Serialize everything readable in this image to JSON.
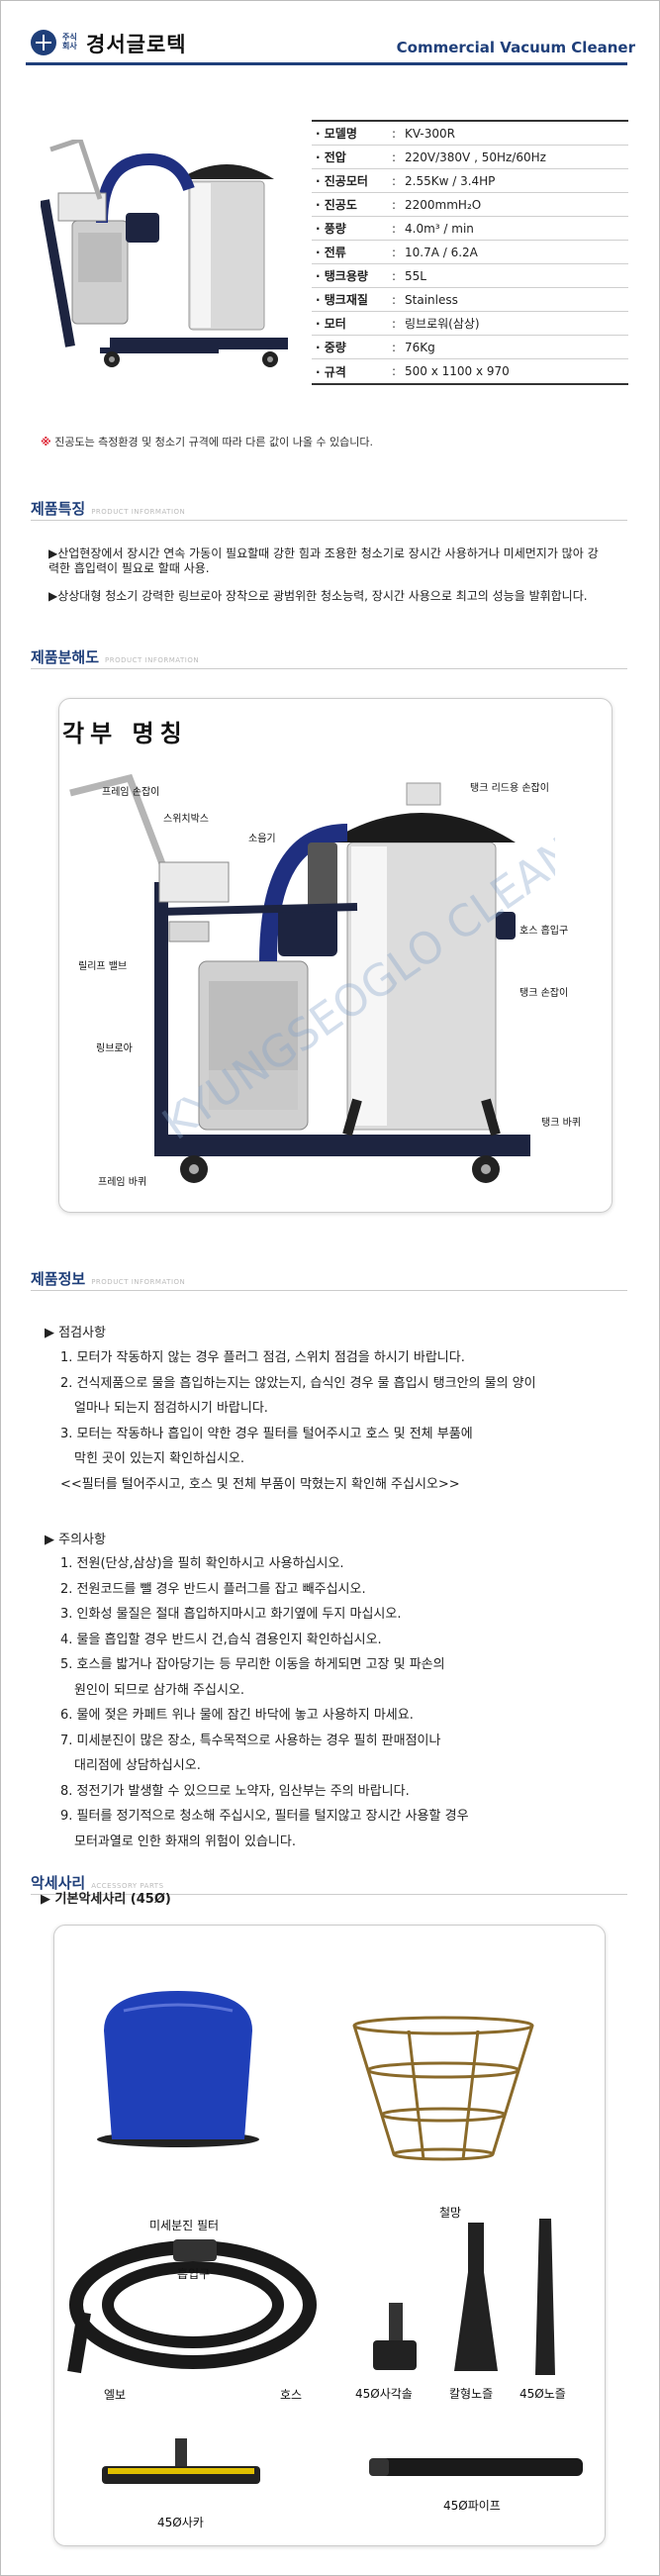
{
  "header": {
    "logo_small": "주식 회사",
    "company": "경서글로텍",
    "title_en": "Commercial Vacuum Cleaner"
  },
  "specs": [
    {
      "k": "모델명",
      "v": "KV-300R"
    },
    {
      "k": "전압",
      "v": "220V/380V , 50Hz/60Hz"
    },
    {
      "k": "진공모터",
      "v": "2.55Kw / 3.4HP"
    },
    {
      "k": "진공도",
      "v": "2200mmH₂O"
    },
    {
      "k": "풍량",
      "v": "4.0m³ / min"
    },
    {
      "k": "전류",
      "v": "10.7A / 6.2A"
    },
    {
      "k": "탱크용량",
      "v": "55L"
    },
    {
      "k": "탱크재질",
      "v": "Stainless"
    },
    {
      "k": "모터",
      "v": "링브로워(삼상)"
    },
    {
      "k": "중량",
      "v": "76Kg"
    },
    {
      "k": "규격",
      "v": "500 x 1100 x 970"
    }
  ],
  "spec_sep": ":",
  "note": {
    "mark": "※",
    "text": "진공도는 측정환경 및 청소기 규격에 따라 다른 값이 나올 수 있습니다."
  },
  "sections": {
    "features": {
      "title": "제품특징",
      "en": "PRODUCT INFORMATION"
    },
    "parts": {
      "title": "제품분해도",
      "en": "PRODUCT INFORMATION"
    },
    "info": {
      "title": "제품정보",
      "en": "PRODUCT INFORMATION"
    },
    "accessory": {
      "title": "악세사리",
      "en": "ACCESSORY PARTS"
    }
  },
  "features": [
    "▶산업현장에서 장시간 연속 가동이 필요할때 강한 힘과 조용한 청소기로 장시간 사용하거나 미세먼지가 많아 강력한 흡입력이 필요로 할때 사용.",
    "▶상상대형 청소기 강력한 링브로아 장착으로 광범위한 청소능력, 장시간 사용으로 최고의 성능을 발휘합니다."
  ],
  "parts": {
    "title": "각부 명칭",
    "watermark": "KYUNGSEOGLO CLEAN",
    "labels": {
      "frame_handle": "프레임 손잡이",
      "switch_box": "스위치박스",
      "muffler": "소음기",
      "tank_lid_handle": "탱크 리드용 손잡이",
      "hose_inlet": "호스 흡입구",
      "relief_valve": "릴리프 밸브",
      "tank_handle": "탱크 손잡이",
      "ring_blower": "링브로아",
      "tank_wheel": "탱크 바퀴",
      "frame_wheel": "프레임 바퀴"
    }
  },
  "check": {
    "head": "▶ 점검사항",
    "lines": [
      "1. 모터가 작동하지 않는 경우 플러그 점검, 스위치 점검을 하시기 바랍니다.",
      "2. 건식제품으로 물을 흡입하는지는 않았는지, 습식인 경우 물 흡입시 탱크안의 물의 양이",
      "얼마나 되는지 점검하시기 바랍니다.",
      "3. 모터는 작동하나 흡입이 약한 경우 필터를 털어주시고 호스 및 전체 부품에",
      "막힌 곳이 있는지 확인하십시오.",
      "<<필터를 털어주시고, 호스 및 전체 부품이 막혔는지 확인해 주십시오>>"
    ]
  },
  "caution": {
    "head": "▶ 주의사항",
    "lines": [
      "1. 전원(단상,삼상)을 필히 확인하시고 사용하십시오.",
      "2. 전원코드를 뺄 경우 반드시 플러그를 잡고 빼주십시오.",
      "3. 인화성 물질은 절대 흡입하지마시고 화기옆에 두지 마십시오.",
      "4. 물을 흡입할 경우 반드시 건,습식 겸용인지 확인하십시오.",
      "5. 호스를 밟거나 잡아당기는 등 무리한 이동을 하게되면 고장 및 파손의",
      "원인이 되므로 삼가해 주십시오.",
      "6. 물에 젖은 카페트 위나 물에 잠긴 바닥에 놓고 사용하지 마세요.",
      "7. 미세분진이 많은 장소, 특수목적으로 사용하는 경우 필히 판매점이나",
      "대리점에 상담하십시오.",
      "8. 정전기가 발생할 수 있으므로 노약자, 임산부는 주의 바랍니다.",
      "9. 필터를 정기적으로 청소해 주십시오, 필터를 털지않고 장시간 사용할 경우",
      "모터과열로 인한 화재의 위험이 있습니다."
    ]
  },
  "accessory": {
    "head": "▶ 기본악세사리 (45Ø)",
    "items": {
      "filter": "미세분진 필터",
      "cage": "철망",
      "hose_inlet": "흡입구",
      "elbow": "엘보",
      "hose": "호스",
      "square_nozzle": "45Ø사각솔",
      "crevice": "칼형노즐",
      "nozzle": "45Ø노즐",
      "squeegee": "45Ø사카",
      "pipe": "45Ø파이프"
    }
  }
}
